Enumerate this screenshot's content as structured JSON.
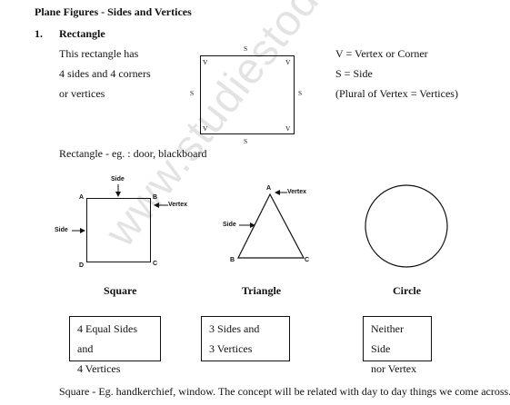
{
  "title": "Plane Figures - Sides and Vertices",
  "section": {
    "number": "1.",
    "heading": "Rectangle"
  },
  "intro_lines": [
    "This rectangle has",
    "4 sides and 4 corners",
    "or vertices"
  ],
  "rect_vertex_label": "V",
  "rect_side_label": "S",
  "legend": [
    "V = Vertex or Corner",
    "S = Side",
    "(Plural of Vertex = Vertices)"
  ],
  "rectangle_example": "Rectangle - eg. : door, blackboard",
  "labels": {
    "side": "Side",
    "vertex": "Vertex"
  },
  "square": {
    "name": "Square",
    "a": "A",
    "b": "B",
    "c": "C",
    "d": "D",
    "box_lines": [
      "4 Equal Sides and",
      "4 Vertices"
    ]
  },
  "triangle": {
    "name": "Triangle",
    "a": "A",
    "b": "B",
    "c": "C",
    "box_lines": [
      "3 Sides and",
      "3 Vertices"
    ]
  },
  "circle": {
    "name": "Circle",
    "box_lines": [
      "Neither Side",
      "nor Vertex"
    ]
  },
  "footer": "Square - Eg. handkerchief, window. The concept will be related with day to day things we come across.",
  "watermark": "www.studiestoday.com"
}
